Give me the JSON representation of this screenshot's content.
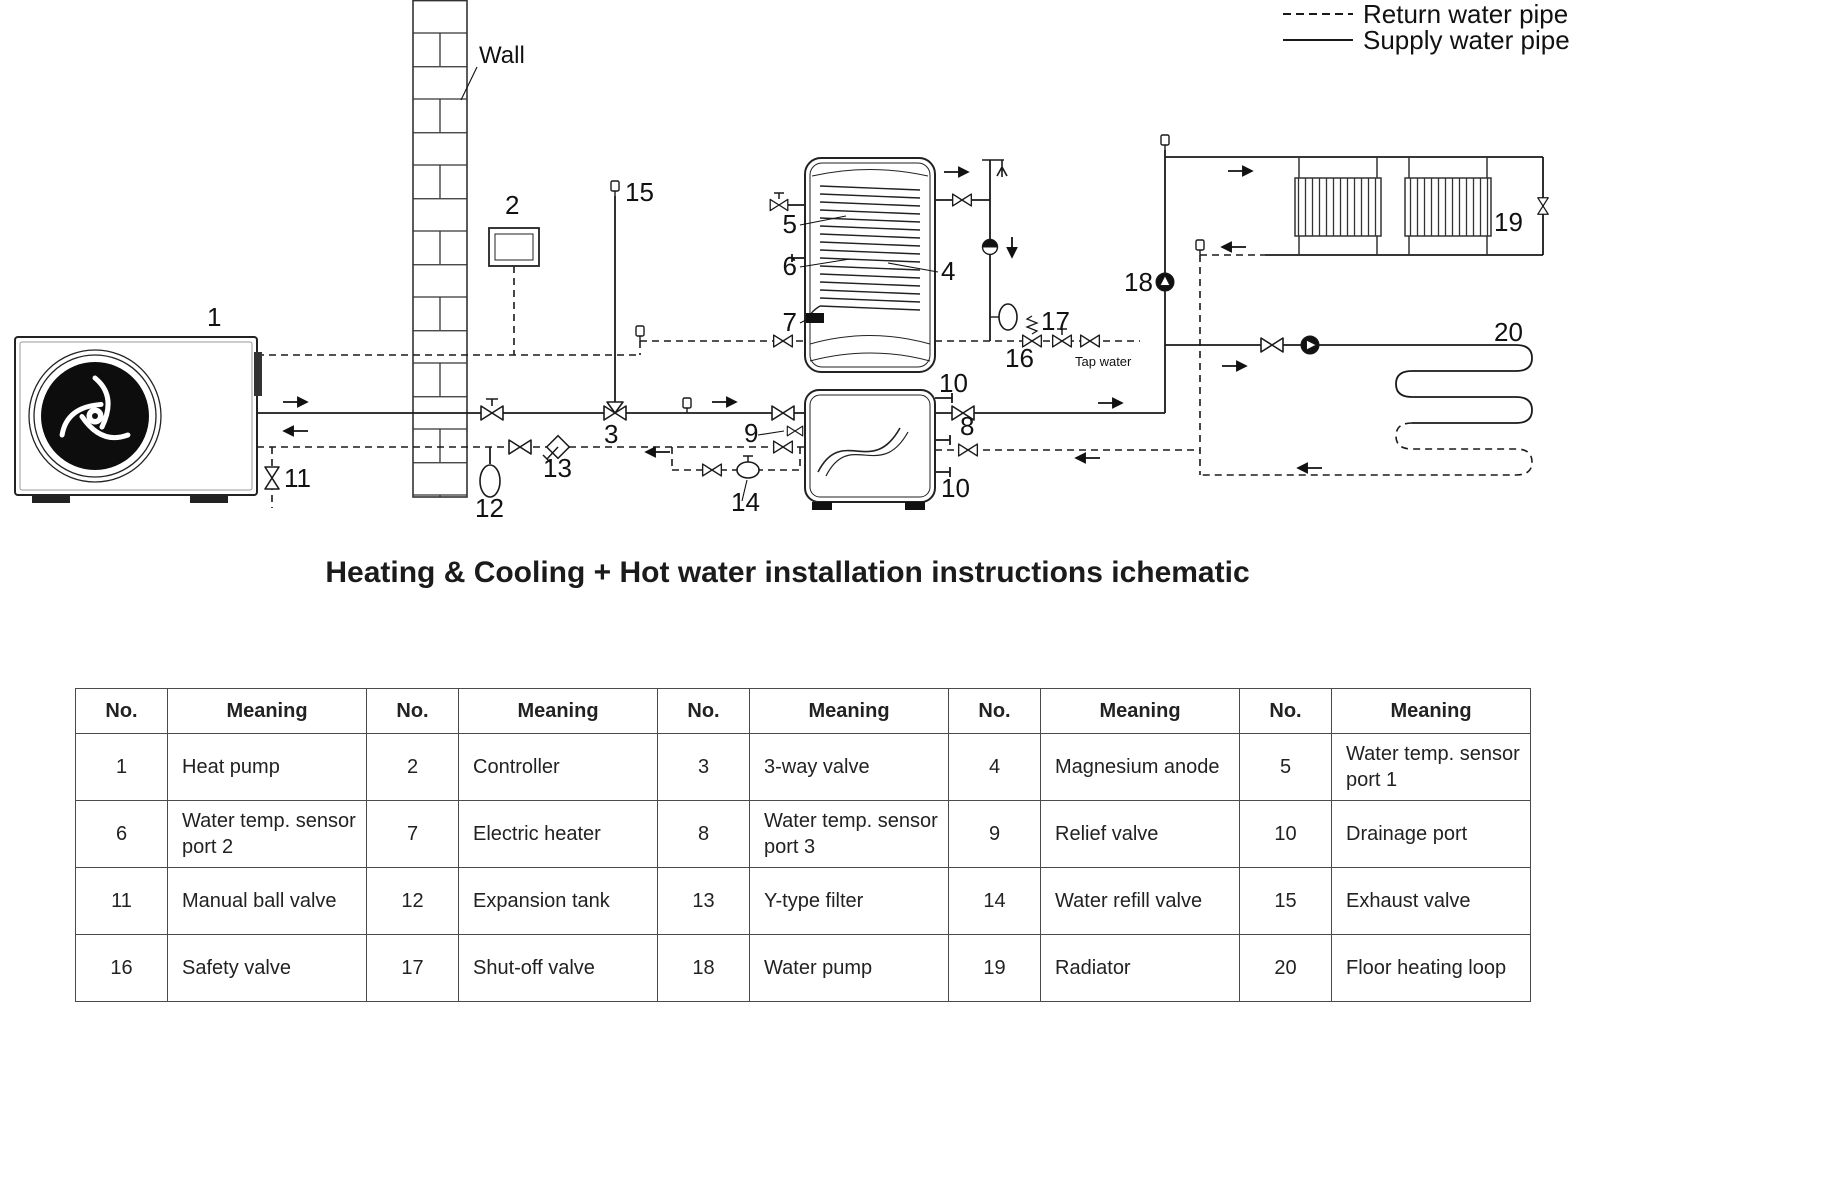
{
  "legend": {
    "return_label": "Return water pipe",
    "supply_label": "Supply water pipe"
  },
  "diagram": {
    "wall_label": "Wall",
    "tap_water_label": "Tap water",
    "labels": {
      "1": "1",
      "2": "2",
      "3": "3",
      "4": "4",
      "5": "5",
      "6": "6",
      "7": "7",
      "8": "8",
      "9": "9",
      "10": "10",
      "11": "11",
      "12": "12",
      "13": "13",
      "14": "14",
      "15": "15",
      "16": "16",
      "17": "17",
      "18": "18",
      "19": "19",
      "20": "20"
    }
  },
  "title": "Heating & Cooling + Hot water installation instructions ichematic",
  "table": {
    "no_header": "No.",
    "meaning_header": "Meaning",
    "rows": [
      [
        {
          "no": "1",
          "meaning": "Heat pump"
        },
        {
          "no": "2",
          "meaning": "Controller"
        },
        {
          "no": "3",
          "meaning": "3-way valve"
        },
        {
          "no": "4",
          "meaning": "Magnesium anode"
        },
        {
          "no": "5",
          "meaning": "Water temp. sensor port 1"
        }
      ],
      [
        {
          "no": "6",
          "meaning": "Water temp. sensor port 2"
        },
        {
          "no": "7",
          "meaning": "Electric heater"
        },
        {
          "no": "8",
          "meaning": "Water temp. sensor port 3"
        },
        {
          "no": "9",
          "meaning": "Relief valve"
        },
        {
          "no": "10",
          "meaning": "Drainage port"
        }
      ],
      [
        {
          "no": "11",
          "meaning": "Manual ball valve"
        },
        {
          "no": "12",
          "meaning": "Expansion tank"
        },
        {
          "no": "13",
          "meaning": "Y-type filter"
        },
        {
          "no": "14",
          "meaning": "Water refill valve"
        },
        {
          "no": "15",
          "meaning": "Exhaust valve"
        }
      ],
      [
        {
          "no": "16",
          "meaning": "Safety valve"
        },
        {
          "no": "17",
          "meaning": "Shut-off valve"
        },
        {
          "no": "18",
          "meaning": "Water pump"
        },
        {
          "no": "19",
          "meaning": "Radiator"
        },
        {
          "no": "20",
          "meaning": "Floor heating loop"
        }
      ]
    ]
  }
}
